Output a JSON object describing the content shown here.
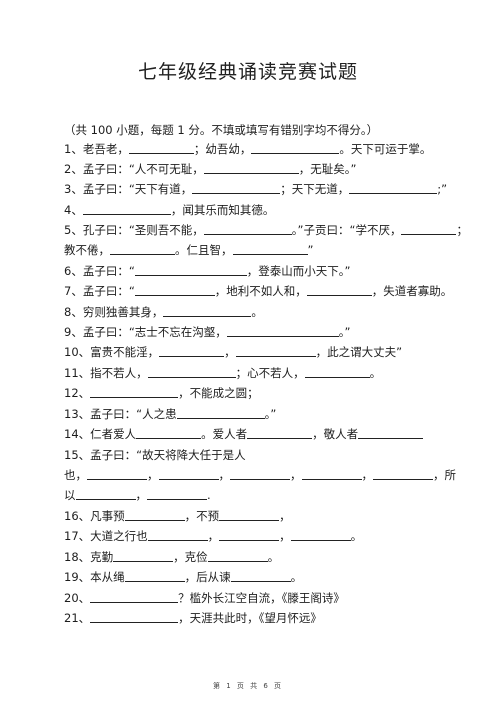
{
  "title": "七年级经典诵读竞赛试题",
  "intro": "（共 100 小题，每题 1 分。不填或填写有错别字均不得分。）",
  "q1": {
    "a": "1、老吾老，",
    "b": "；幼吾幼，",
    "c": "。天下可运于掌。"
  },
  "q2": {
    "a": "2、孟子曰：“人不可无耻，",
    "b": "，无耻矣。”"
  },
  "q3": {
    "a": "3、孟子曰：“天下有道，",
    "b": "；天下无道，",
    "c": ";”"
  },
  "q4": {
    "a": "4、",
    "b": "，闻其乐而知其德。"
  },
  "q5": {
    "a": "5、孔子曰：“圣则吾不能，",
    "b": "。”子贡曰：“学不厌，",
    "c": "；"
  },
  "q5b": {
    "a": "教不倦，",
    "b": "。仁且智，",
    "c": "”"
  },
  "q6": {
    "a": "6、孟子曰：“",
    "b": "，登泰山而小天下。”"
  },
  "q7": {
    "a": "7、孟子曰：“",
    "b": "，地利不如人和，",
    "c": "，失道者寡助。"
  },
  "q8": {
    "a": "8、穷则独善其身，",
    "b": "。"
  },
  "q9": {
    "a": "9、孟子曰：“志士不忘在沟壑，",
    "b": "。”"
  },
  "q10": {
    "a": "10、富贵不能淫，",
    "b": "，",
    "c": "，此之谓大丈夫”"
  },
  "q11": {
    "a": "11、指不若人，",
    "b": "；心不若人，",
    "c": "。"
  },
  "q12": {
    "a": "12、",
    "b": "，不能成之圆；"
  },
  "q13": {
    "a": "13、孟子曰：“人之患",
    "b": "。”"
  },
  "q14": {
    "a": "14、仁者爱人",
    "b": "。爱人者",
    "c": "，敬人者"
  },
  "q15": {
    "a": "15、孟子曰：“故天将降大任于是人"
  },
  "q15b": {
    "a": "也，",
    "b": "，",
    "c": "，",
    "d": "，",
    "e": "，",
    "f": "，所"
  },
  "q15c": {
    "a": "以",
    "b": "，",
    "c": "."
  },
  "q16": {
    "a": "16、凡事预",
    "b": "，不预",
    "c": "，"
  },
  "q17": {
    "a": "17、大道之行也",
    "b": "，",
    "c": "，",
    "d": "。"
  },
  "q18": {
    "a": "18、克勤",
    "b": "，克俭",
    "c": "。"
  },
  "q19": {
    "a": "19、本从绳",
    "b": "，后从谏",
    "c": "。"
  },
  "q20": {
    "a": "20、",
    "b": "？槛外长江空自流，《滕王阁诗》"
  },
  "q21": {
    "a": "21、",
    "b": "，天涯共此时，《望月怀远》"
  },
  "footer": "第 1 页 共 6 页"
}
